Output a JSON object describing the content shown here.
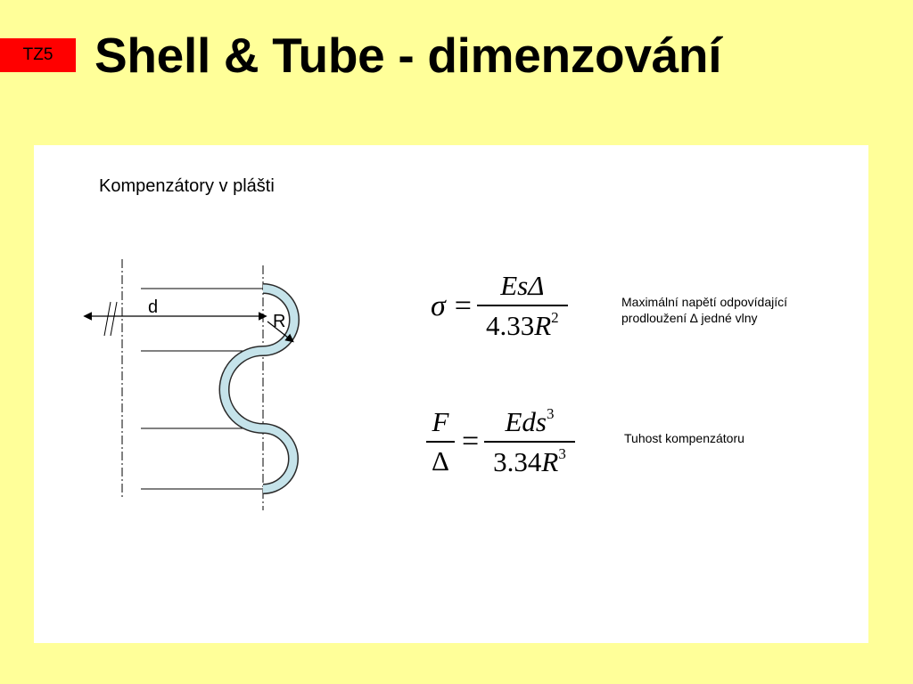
{
  "header": {
    "badge": "TZ5",
    "title": "Shell & Tube - dimenzování"
  },
  "panel": {
    "subtitle": "Kompenzátory v plášti",
    "diagram": {
      "label_d": "d",
      "label_R": "R"
    },
    "formulas": {
      "stress": {
        "lhs": "σ",
        "equals": "=",
        "numerator": "EsΔ",
        "denominator_coef": "4.33",
        "denominator_var": "R",
        "denominator_exp": "2",
        "description_line1": "Maximální napětí odpovídající",
        "description_line2": "prodloužení ∆ jedné vlny"
      },
      "stiffness": {
        "lhs_num": "F",
        "lhs_den": "Δ",
        "equals": "=",
        "numerator": "Eds",
        "numerator_exp": "3",
        "denominator_coef": "3.34",
        "denominator_var": "R",
        "denominator_exp": "3",
        "description": "Tuhost kompenzátoru"
      }
    }
  },
  "colors": {
    "background": "#ffff99",
    "badge": "#ff0000",
    "panel": "#ffffff",
    "bellows_fill": "#c5e3ea"
  }
}
